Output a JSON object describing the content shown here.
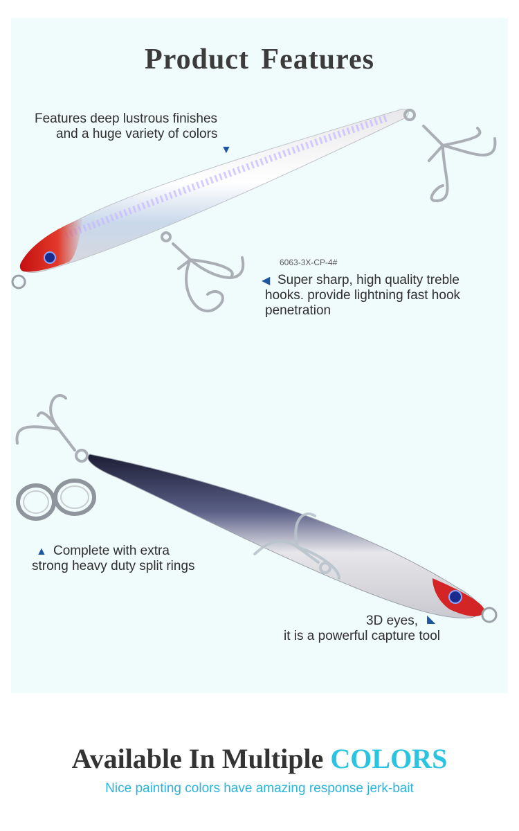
{
  "header": {
    "title": "Product Features"
  },
  "features": {
    "finishes": {
      "line1": "Features deep lustrous finishes",
      "line2": "and a huge variety of colors"
    },
    "model_code": "6063-3X-CP-4#",
    "hooks": {
      "line1": "Super sharp, high quality treble",
      "line2": "hooks. provide lightning fast hook",
      "line3": "penetration"
    },
    "rings": {
      "line1": "Complete with extra",
      "line2": "strong heavy duty split rings"
    },
    "eyes": {
      "line1": "3D eyes,",
      "line2": "it is a powerful capture tool"
    }
  },
  "footer": {
    "title_main": "Available In Multiple",
    "title_accent": "COLORS",
    "subtitle": "Nice painting colors have amazing response jerk-bait"
  },
  "colors": {
    "accent": "#2ac3e0",
    "marker": "#1e56a0",
    "panel": "#f0fbfb"
  },
  "icons": {
    "marker_down": "triangle-down-icon",
    "marker_left": "triangle-left-icon",
    "marker_up": "triangle-up-icon"
  }
}
